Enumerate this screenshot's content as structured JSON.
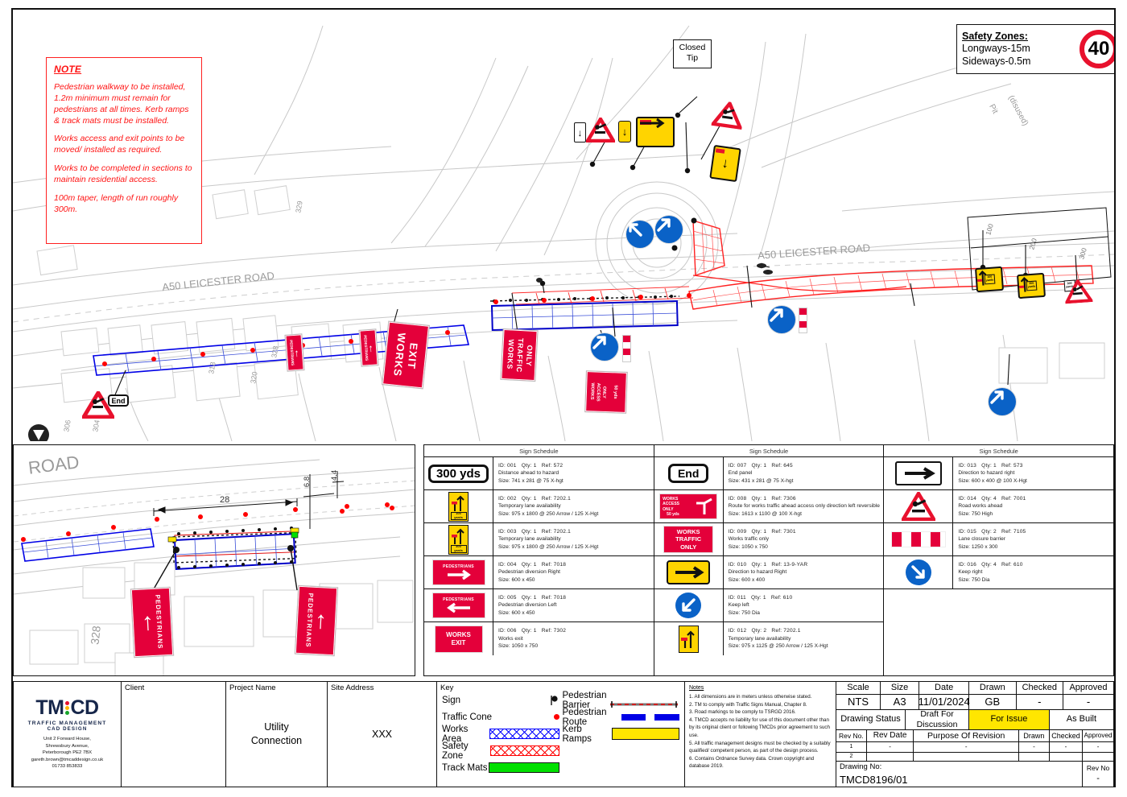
{
  "note": {
    "title": "NOTE",
    "paragraphs": [
      "Pedestrian walkway to be installed, 1.2m minimum must remain for pedestrians at all times. Kerb ramps & track mats must be installed.",
      "Works access and exit points to be moved/ installed as required.",
      "Works to be completed in sections to maintain residential access.",
      "100m taper, length of run roughly 300m."
    ]
  },
  "safety_zones": {
    "title": "Safety Zones:",
    "longways": "Longways-15m",
    "sideways": "Sideways-0.5m",
    "speed_limit": "40"
  },
  "plan_labels": {
    "closed_tip_line1": "Closed",
    "closed_tip_line2": "Tip",
    "road_name": "A50 LEICESTER ROAD",
    "road_name_2": "A50 LEICESTER ROAD",
    "pit": "Pit",
    "pit_sub": "(disused)",
    "house_329": "329",
    "house_328a": "328",
    "house_318": "318",
    "house_320": "320",
    "house_306": "306",
    "house_304": "304",
    "dist_100": "100",
    "dist_200": "200",
    "dist_300": "300"
  },
  "plan_signs": {
    "works_exit": "WORKS\nEXIT",
    "works_exit_l1": "WORKS",
    "works_exit_l2": "EXIT",
    "works_traffic_l1": "WORKS",
    "works_traffic_l2": "TRAFFIC",
    "works_traffic_l3": "ONLY",
    "works_access_l1": "WORKS",
    "works_access_l2": "ACCESS",
    "works_access_l3": "ONLY",
    "works_access_dist": "50 yds",
    "pedestrians": "PEDESTRIANS",
    "end": "End",
    "yards_100": "100\nyards",
    "yards_200": "200\nyards",
    "yards_300": "300\nyards"
  },
  "detail": {
    "road_label": "ROAD",
    "house_number": "328",
    "dim_length": "28",
    "dim_a": "6.8",
    "dim_b": "4.4",
    "ped_sign": "PEDESTRIANS"
  },
  "schedules": [
    {
      "header": "Sign Schedule",
      "rows": [
        {
          "icon": "distance-300yds",
          "id": "ID: 001",
          "qty": "Qty: 1",
          "ref": "Ref: 572",
          "desc": "Distance ahead to hazard",
          "size": "Size: 741 x 281 @ 75 X-hgt",
          "label": "300 yds"
        },
        {
          "icon": "lane-availability-100",
          "id": "ID: 002",
          "qty": "Qty: 1",
          "ref": "Ref: 7202.1",
          "desc": "Temporary lane availability",
          "size": "Size: 975 x 1800 @ 250 Arrow / 125 X-Hgt",
          "label": "100 yards"
        },
        {
          "icon": "lane-availability-300",
          "id": "ID: 003",
          "qty": "Qty: 1",
          "ref": "Ref: 7202.1",
          "desc": "Temporary lane availability",
          "size": "Size: 975 x 1800 @ 250 Arrow / 125 X-Hgt",
          "label": "300 yards"
        },
        {
          "icon": "ped-diversion-right",
          "id": "ID: 004",
          "qty": "Qty: 1",
          "ref": "Ref: 7018",
          "desc": "Pedestrian diversion Right",
          "size": "Size: 600 x 450",
          "label": "PEDESTRIANS"
        },
        {
          "icon": "ped-diversion-left",
          "id": "ID: 005",
          "qty": "Qty: 1",
          "ref": "Ref: 7018",
          "desc": "Pedestrian diversion Left",
          "size": "Size: 600 x 450",
          "label": "PEDESTRIANS"
        },
        {
          "icon": "works-exit",
          "id": "ID: 006",
          "qty": "Qty: 1",
          "ref": "Ref: 7302",
          "desc": "Works exit",
          "size": "Size: 1050 x 750",
          "label": "WORKS EXIT"
        }
      ]
    },
    {
      "header": "Sign Schedule",
      "rows": [
        {
          "icon": "end-panel",
          "id": "ID: 007",
          "qty": "Qty: 1",
          "ref": "Ref: 645",
          "desc": "End panel",
          "size": "Size: 431 x 281 @ 75 X-hgt",
          "label": "End"
        },
        {
          "icon": "works-access-only",
          "id": "ID: 008",
          "qty": "Qty: 1",
          "ref": "Ref: 7306",
          "desc": "Route for works traffic ahead access only direction left reversible",
          "size": "Size: 1613 x 1100 @ 100 X-hgt",
          "label": "WORKS ACCESS ONLY 50 yds"
        },
        {
          "icon": "works-traffic-only",
          "id": "ID: 009",
          "qty": "Qty: 1",
          "ref": "Ref: 7301",
          "desc": "Works traffic only",
          "size": "Size: 1050 x 750",
          "label": "WORKS TRAFFIC ONLY"
        },
        {
          "icon": "hazard-right-yellow",
          "id": "ID: 010",
          "qty": "Qty: 1",
          "ref": "Ref: 13-9-YAR",
          "desc": "Direction to hazard Right",
          "size": "Size: 600 x 400",
          "label": ""
        },
        {
          "icon": "keep-left",
          "id": "ID: 011",
          "qty": "Qty: 1",
          "ref": "Ref: 610",
          "desc": "Keep left",
          "size": "Size: 750 Dia",
          "label": ""
        },
        {
          "icon": "lane-availability",
          "id": "ID: 012",
          "qty": "Qty: 2",
          "ref": "Ref: 7202.1",
          "desc": "Temporary lane availability",
          "size": "Size: 975 x 1125 @ 250 Arrow / 125 X-Hgt",
          "label": ""
        }
      ]
    },
    {
      "header": "Sign Schedule",
      "rows": [
        {
          "icon": "hazard-right-white",
          "id": "ID: 013",
          "qty": "Qty: 1",
          "ref": "Ref: 573",
          "desc": "Direction to hazard right",
          "size": "Size: 600 x 400 @ 100 X-Hgt",
          "label": ""
        },
        {
          "icon": "roadworks-ahead",
          "id": "ID: 014",
          "qty": "Qty: 4",
          "ref": "Ref: 7001",
          "desc": "Road works ahead",
          "size": "Size: 750 High",
          "label": ""
        },
        {
          "icon": "lane-closure-barrier",
          "id": "ID: 015",
          "qty": "Qty: 2",
          "ref": "Ref: 7105",
          "desc": "Lane closure barrier",
          "size": "Size: 1250 x 300",
          "label": ""
        },
        {
          "icon": "keep-right",
          "id": "ID: 016",
          "qty": "Qty: 4",
          "ref": "Ref: 610",
          "desc": "Keep right",
          "size": "Size: 750 Dia",
          "label": ""
        }
      ]
    }
  ],
  "titleblock": {
    "logo": {
      "tm": "TM",
      "cd": "CD",
      "sub1": "TRAFFIC MANAGEMENT",
      "sub2": "CAD DESIGN",
      "address": "Unit 2 Forward House,\nShrewsbury Avenue,\nPeterborough PE2 7BX\ngareth.brown@tmcaddesign.co.uk\n01733 853833",
      "addr1": "Unit 2 Forward House,",
      "addr2": "Shrewsbury Avenue,",
      "addr3": "Peterborough PE2 7BX",
      "addr4": "gareth.brown@tmcaddesign.co.uk",
      "addr5": "01733 853833"
    },
    "client_label": "Client",
    "client_value": "",
    "project_label": "Project Name",
    "project_value_l1": "Utility",
    "project_value_l2": "Connection",
    "site_label": "Site Address",
    "site_value": "XXX"
  },
  "key": {
    "title": "Key",
    "left_items": [
      {
        "name": "Sign",
        "swatch": "sign-marker"
      },
      {
        "name": "Traffic Cone",
        "swatch": "cone-dot"
      },
      {
        "name": "Works Area",
        "swatch": "works-hatch"
      },
      {
        "name": "Safety Zone",
        "swatch": "safety-hatch"
      },
      {
        "name": "Track Mats",
        "swatch": "track-mat"
      }
    ],
    "right_items": [
      {
        "name": "Pedestrian Barrier",
        "swatch": "ped-barrier"
      },
      {
        "name": "Pedestrian Route",
        "swatch": "ped-route"
      },
      {
        "name": "Kerb Ramps",
        "swatch": "kerb-ramp"
      }
    ]
  },
  "notes": {
    "title": "Notes",
    "items": [
      "1. All dimensions are in meters unless otherwise stated.",
      "2. TM to comply with Traffic Signs Manual, Chapter 8.",
      "3. Road markings to be comply to TSRGD 2016.",
      "4. TMCD accepts no liability for use of this document other than by its original client or following TMCDs prior agreement to such use.",
      "5. All traffic management designs must be checked by a suitably qualified/ competent person, as part of the design process.",
      "6. Contains Ordnance Survey data. Crown copyright and database 2019."
    ]
  },
  "info": {
    "headers": [
      "Scale",
      "Size",
      "Date",
      "Drawn",
      "Checked",
      "Approved"
    ],
    "values": [
      "NTS",
      "A3",
      "11/01/2024",
      "GB",
      "-",
      "-"
    ],
    "status_label": "Drawing Status",
    "status_options": [
      "Draft For Discussion",
      "For Issue",
      "As Built"
    ],
    "status_selected": "For Issue",
    "rev_headers": [
      "Rev No.",
      "Rev Date",
      "Purpose Of Revision",
      "Drawn",
      "Checked",
      "Approved"
    ],
    "rev_rows": [
      {
        "no": "1",
        "date": "-",
        "purpose": "-",
        "drawn": "-",
        "checked": "-",
        "approved": "-"
      },
      {
        "no": "2",
        "date": "",
        "purpose": "",
        "drawn": "",
        "checked": "",
        "approved": ""
      }
    ],
    "drawing_no_label": "Drawing No:",
    "drawing_no": "TMCD8196/01",
    "rev_no_label": "Rev No",
    "rev_no": "-"
  }
}
